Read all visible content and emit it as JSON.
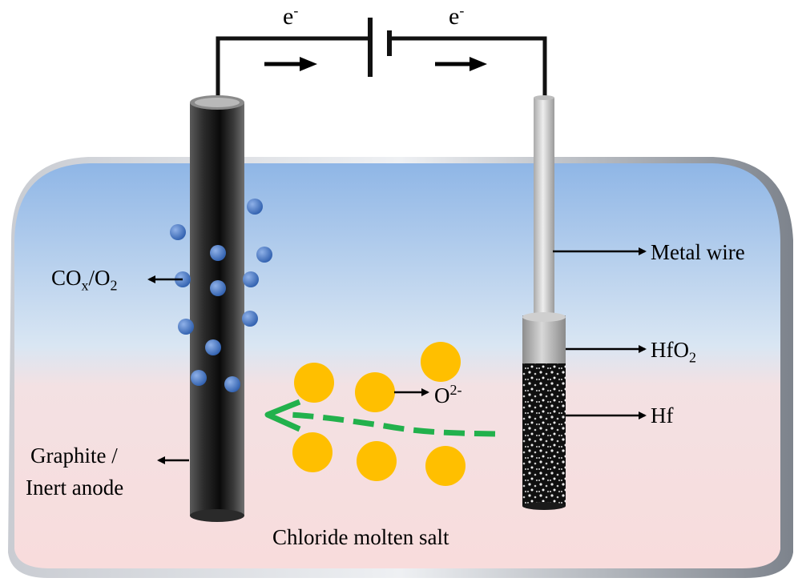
{
  "circuit": {
    "electron_left": "e",
    "electron_right": "e",
    "electron_charge": "-"
  },
  "labels": {
    "gas_product": {
      "main": "CO",
      "sub": "x",
      "sep": "/O",
      "sub2": "2"
    },
    "anode_line1": "Graphite /",
    "anode_line2": "Inert anode",
    "metal_wire": "Metal wire",
    "oxide": {
      "main": "HfO",
      "sub": "2"
    },
    "metal": "Hf",
    "oxygen_ion": {
      "main": "O",
      "sup": "2-"
    },
    "electrolyte": "Chloride molten salt"
  },
  "colors": {
    "bath_top": "#8fb6e6",
    "bath_mid": "#d9e6f3",
    "bath_bottom": "#f8dcdc",
    "bath_border": "#9aa0a8",
    "anode": "#2a2a2a",
    "bubble": "#3f72c2",
    "ion": "#ffbf00",
    "migration_arrow": "#22b14c",
    "wire": "#d4d4d4"
  }
}
